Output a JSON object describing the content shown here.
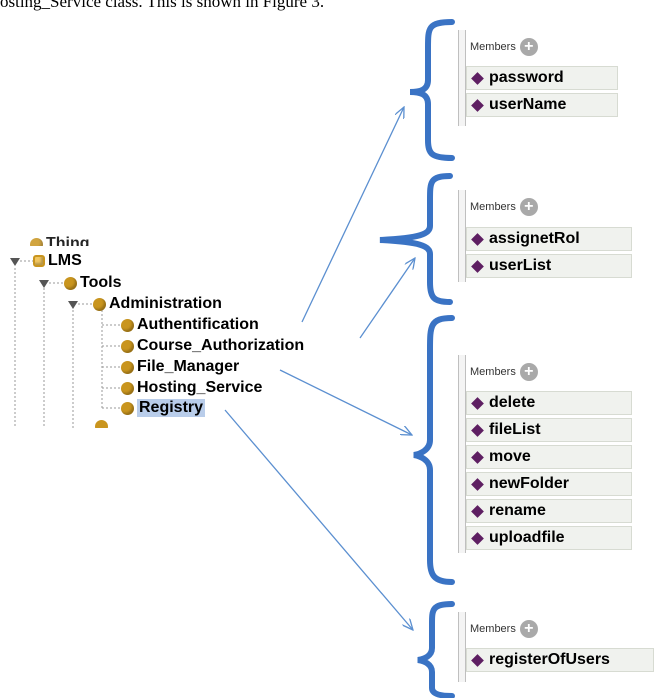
{
  "caption": "osting_Service class. This is shown in Figure 3.",
  "tree": {
    "partial_top_label": "Thing",
    "nodes": [
      {
        "label": "LMS"
      },
      {
        "label": "Tools"
      },
      {
        "label": "Administration"
      },
      {
        "label": "Authentification"
      },
      {
        "label": "Course_Authorization"
      },
      {
        "label": "File_Manager"
      },
      {
        "label": "Hosting_Service"
      },
      {
        "label": "Registry",
        "selected": true
      }
    ]
  },
  "panels": [
    {
      "header": "Members",
      "members": [
        "password",
        "userName"
      ]
    },
    {
      "header": "Members",
      "members": [
        "assignetRol",
        "userList"
      ]
    },
    {
      "header": "Members",
      "members": [
        "delete",
        "fileList",
        "move",
        "newFolder",
        "rename",
        "uploadfile"
      ]
    },
    {
      "header": "Members",
      "members": [
        "registerOfUsers"
      ]
    }
  ],
  "colors": {
    "brace": "#3a73c4",
    "arrow": "#5b8fd0",
    "class_dot": "#c9951e",
    "member_diamond": "#5e1f62",
    "selection": "#b9cdea"
  },
  "icons": {
    "class": "class-circle-icon",
    "member": "diamond-icon",
    "add": "plus-icon",
    "expander": "triangle-down-icon"
  }
}
